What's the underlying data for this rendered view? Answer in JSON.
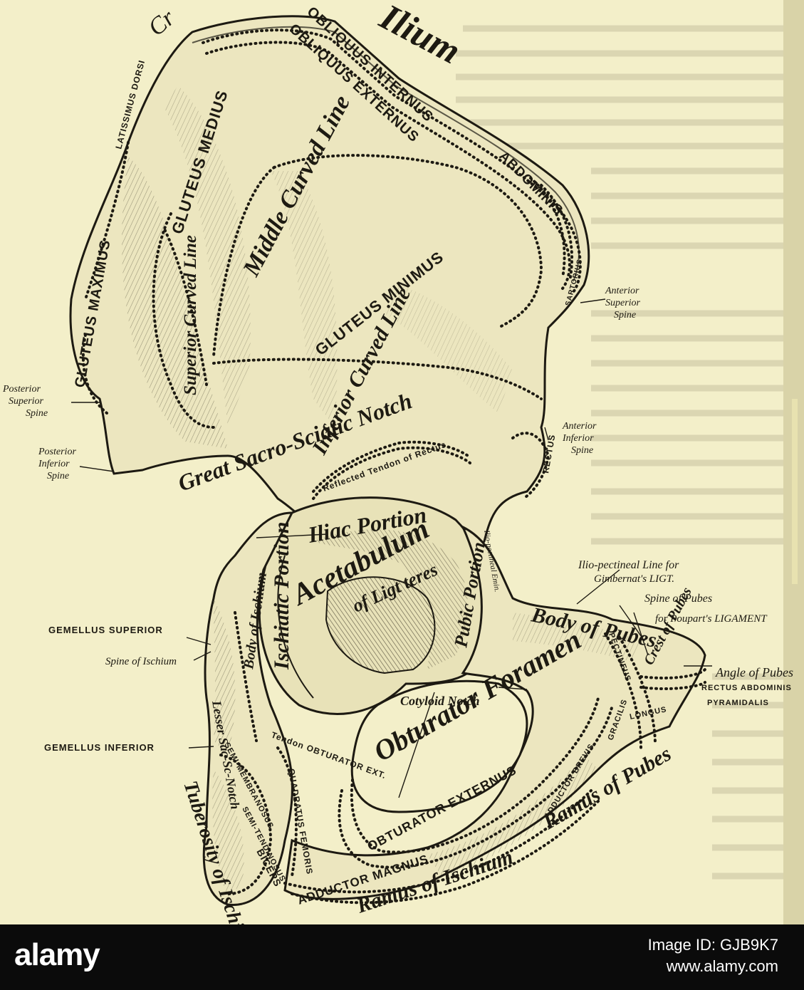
{
  "figure": {
    "background_color": "#f3efc9",
    "ink_color": "#1d1a12",
    "regions": {
      "ilium": "Ilium",
      "crest_prefix": "Cr",
      "middle_curved_line": "Middle Curved Line",
      "inferior_curved_line": "Inferior Curved Line",
      "superior_curved_line": "Superior Curved Line",
      "great_sacro_sciatic_notch": "Great Sacro-Sciatic Notch",
      "iliac_portion": "Iliac Portion",
      "acetabulum": "Acetabulum",
      "of_ligt_teres": "of Ligt teres",
      "pubic_portion": "Pubic Portion",
      "ischiatic_portion": "Ischiatic Portion",
      "body_of_pubes": "Body of Pubes",
      "body_of_ischium": "Body of Ischium",
      "obturator_foramen": "Obturator Foramen",
      "cotyloid_notch": "Cotyloid Notch",
      "ramus_of_pubes": "Ramus of Pubes",
      "ramus_of_ischium": "Ramus of Ischium",
      "tuberosity_of_ischium": "Tuberosity of Ischium",
      "lesser_sacro_sciatic_notch": "Lesser Sac-Sc-Notch",
      "crest_of_pubes": "Crest of Pubes"
    },
    "muscles": {
      "obliquus_internus": "OBLIQUUS INTERNUS",
      "obliquus_externus": "OBLIQUUS EXTERNUS",
      "transversalis_abdominis": "ABDOMINIS",
      "latissimus_dorsi": "LATISSIMUS DORSI",
      "gluteus_medius": "GLUTEUS MEDIUS",
      "gluteus_maximus": "GLUTEUS MAXIMUS",
      "gluteus_minimus": "GLUTEUS MINIMUS",
      "sartorius": "SARTORIUS",
      "rectus": "RECTUS",
      "reflected_tendon_of_rectus": "Reflected Tendon of Rectus",
      "obturator_ext_tendon": "Tendon OBTURATOR EXT.",
      "semi_membranosus": "SEMI-MEMBRANOSUS",
      "semi_tendinosus": "SEMI-TENDINOSUS",
      "biceps": "BICEPS",
      "quadratus_femoris": "QUADRATUS FEMORIS",
      "adductor_magnus": "ADDUCTOR MAGNUS",
      "obturator_externus": "OBTURATOR EXTERNUS",
      "pectineus": "PECTINEUS",
      "gracilis": "GRACILIS",
      "adductor_longus": "LONGUS",
      "adductor_brevis": "ADDUCTOR BREVIS"
    },
    "callouts": {
      "anterior_superior_spine": [
        "Anterior",
        "Superior",
        "Spine"
      ],
      "anterior_inferior_spine": [
        "Anterior",
        "Inferior",
        "Spine"
      ],
      "posterior_superior_spine": [
        "Posterior",
        "Superior",
        "Spine"
      ],
      "posterior_inferior_spine": [
        "Posterior",
        "Inferior",
        "Spine"
      ],
      "ilio_pectineal_line": [
        "Ilio-pectineal Line for",
        "Gimbernat's LIGT."
      ],
      "spine_of_pubes": "Spine of Pubes",
      "pouparts_ligament": "for Poupart's LIGAMENT",
      "angle_of_pubes": "Angle of Pubes",
      "rectus_abdominis": "RECTUS ABDOMINIS",
      "pyramidalis": "PYRAMIDALIS",
      "gemellus_superior": "GEMELLUS SUPERIOR",
      "spine_of_ischium": "Spine of Ischium",
      "gemellus_inferior": "GEMELLUS INFERIOR",
      "ilio_pectineal_eminence": "Ilio-pectineal Emin."
    }
  },
  "watermark": {
    "logo": "alamy",
    "image_id_label": "Image ID: GJB9K7",
    "site": "www.alamy.com"
  }
}
